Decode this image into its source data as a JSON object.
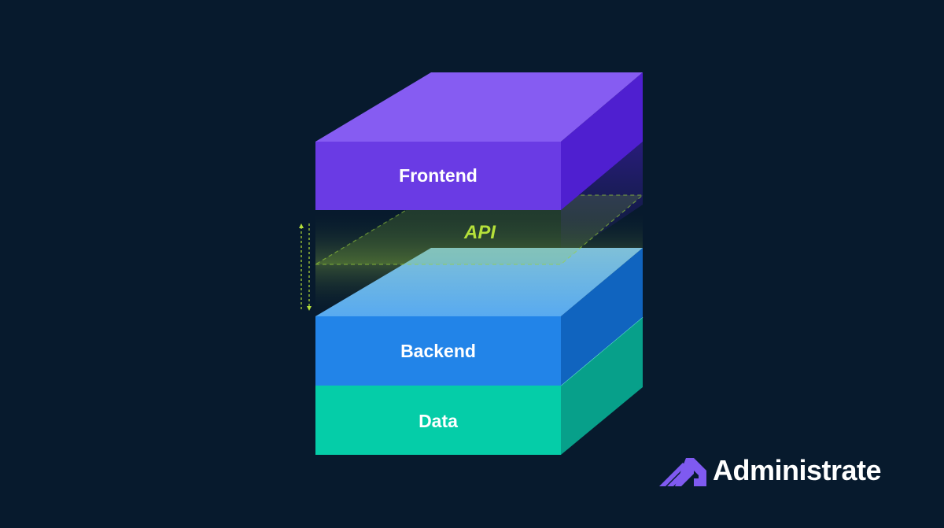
{
  "layers": {
    "frontend": {
      "label": "Frontend",
      "color": "#6a3be4"
    },
    "api": {
      "label": "API",
      "color": "#b5e03a"
    },
    "backend": {
      "label": "Backend",
      "color": "#2284e8"
    },
    "data": {
      "label": "Data",
      "color": "#05cda8"
    }
  },
  "brand": {
    "name": "Administrate",
    "color": "#7f5af0"
  }
}
